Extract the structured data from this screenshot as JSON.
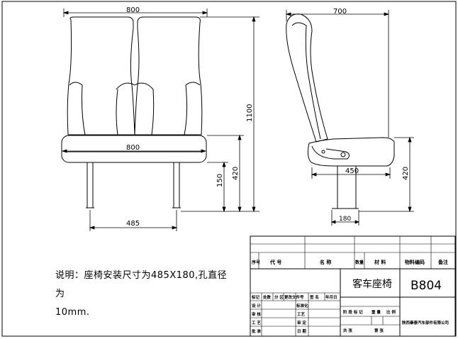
{
  "front_view": {
    "top_width": "800",
    "seat_width": "800",
    "height": "1100",
    "leg_height": "150",
    "seat_height": "420",
    "mount_spacing": "485"
  },
  "side_view": {
    "depth": "700",
    "seat_depth": "450",
    "seat_height": "420",
    "base_width": "180"
  },
  "note": {
    "line1": "说明：座椅安装尺寸为485X180,孔直径为",
    "line2": "10mm."
  },
  "title_block": {
    "header": {
      "seq": "序号",
      "code": "代 号",
      "name": "名 称",
      "qty": "数量",
      "material": "材 料",
      "part_code": "物料编码",
      "remark": "备注"
    },
    "drawing_name": "客车座椅",
    "drawing_number": "B804",
    "mark_row": [
      "标记",
      "处数",
      "分 区",
      "更改文件号",
      "签 名",
      "年月日"
    ],
    "roles": [
      "设 计",
      "审 核",
      "工 艺",
      "批 准"
    ],
    "roles_right": [
      "标准化",
      "工艺",
      "审 定",
      "日 期"
    ],
    "stage_row": [
      "阶 段 标 记",
      "重 量",
      "比 例"
    ],
    "sheet_row": [
      "共 张",
      "第 张"
    ],
    "company": "陕西秦泰汽车部件有限公司"
  }
}
